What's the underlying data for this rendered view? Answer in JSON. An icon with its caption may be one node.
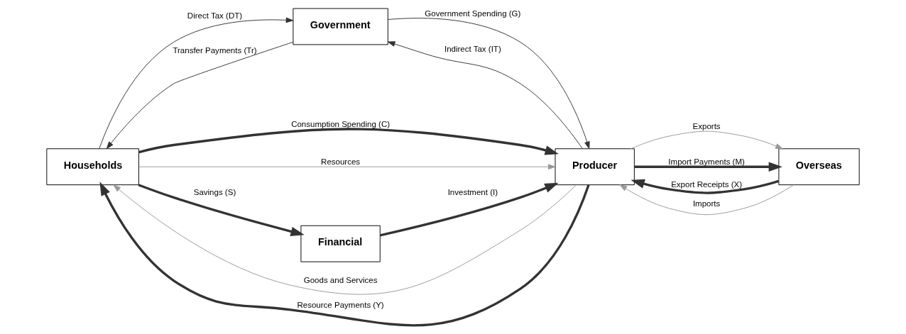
{
  "diagram": {
    "nodes": [
      {
        "text": [
          "Households"
        ]
      },
      {
        "text": [
          "Government"
        ]
      },
      {
        "text": [
          "Producer"
        ]
      },
      {
        "text": [
          "Overseas"
        ]
      },
      {
        "text": [
          "Financial"
        ]
      }
    ],
    "edges": [
      {
        "from": 0,
        "to": 2,
        "arrow": "to",
        "label": "Consumption Spending (C)",
        "style": "thick"
      },
      {
        "from": 2,
        "to": 0,
        "arrow": "to",
        "label": "Goods and Services",
        "color": "#999999"
      },
      {
        "from": 0,
        "to": 1,
        "arrow": "to",
        "label": "Direct Tax (DT)"
      },
      {
        "from": 1,
        "to": 0,
        "arrow": "to",
        "label": "Transfer Payments (Tr)"
      },
      {
        "from": 2,
        "to": 1,
        "arrow": "to",
        "label": "Indirect Tax (IT)"
      },
      {
        "from": 1,
        "to": 2,
        "arrow": "to",
        "label": "Government Spending (G)"
      },
      {
        "from": 0,
        "to": 2,
        "arrow": "to",
        "label": "Resources",
        "color": "#999999"
      },
      {
        "from": 2,
        "to": 0,
        "arrow": "to",
        "label": "Resource Payments (Y)",
        "style": "thick"
      },
      {
        "from": 0,
        "to": 4,
        "arrow": "to",
        "label": "Savings (S)",
        "style": "thick"
      },
      {
        "from": 4,
        "to": 2,
        "arrow": "to",
        "label": "Investment (I)",
        "style": "thick"
      },
      {
        "from": 3,
        "to": 2,
        "arrow": "to",
        "label": "Export Receipts (X)",
        "style": "thick"
      },
      {
        "from": 2,
        "to": 3,
        "arrow": "to",
        "label": "Exports",
        "color": "#999999"
      },
      {
        "from": 3,
        "to": 2,
        "arrow": "to",
        "label": "Imports",
        "color": "#999999"
      },
      {
        "from": 2,
        "to": 3,
        "arrow": "to",
        "label": "Import Payments (M)",
        "style": "thick"
      }
    ]
  }
}
